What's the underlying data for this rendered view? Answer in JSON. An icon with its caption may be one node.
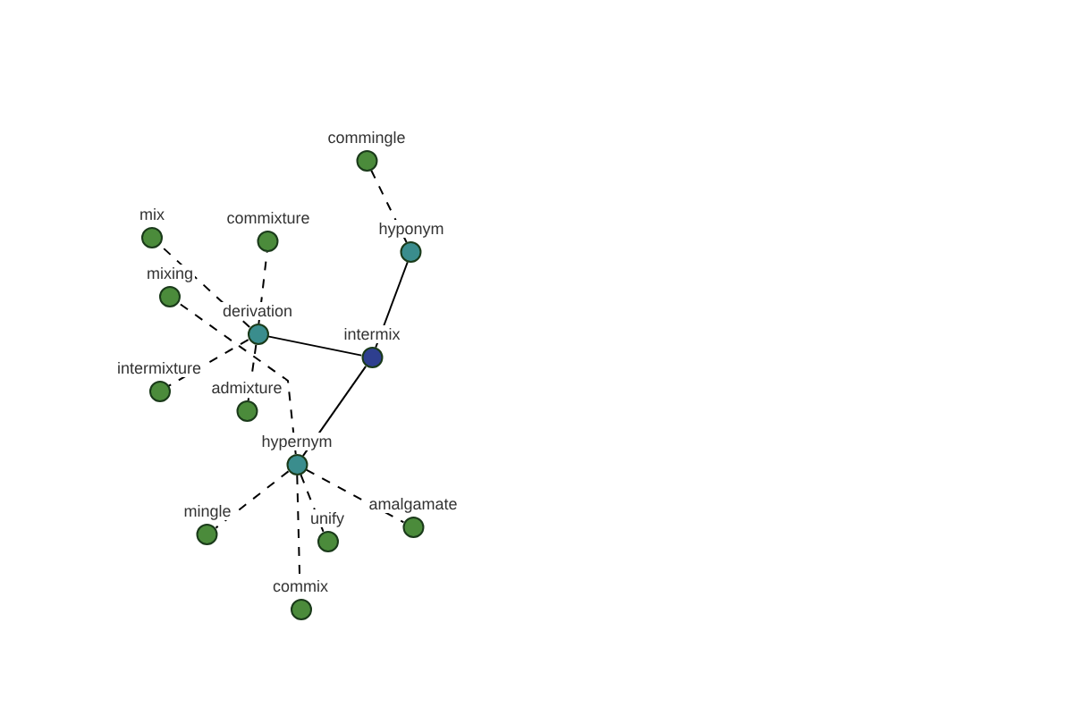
{
  "diagram": {
    "nodes": [
      {
        "text": [
          "commingle"
        ]
      },
      {
        "text": [
          "hyponym"
        ]
      },
      {
        "text": [
          "mix"
        ]
      },
      {
        "text": [
          "commixture"
        ]
      },
      {
        "text": [
          "mixing"
        ]
      },
      {
        "text": [
          "derivation"
        ]
      },
      {
        "text": [
          "intermix"
        ]
      },
      {
        "text": [
          "intermixture"
        ]
      },
      {
        "text": [
          "admixture"
        ]
      },
      {
        "text": [
          "hypernym"
        ]
      },
      {
        "text": [
          "mingle"
        ]
      },
      {
        "text": [
          "unify"
        ]
      },
      {
        "text": [
          "amalgamate"
        ]
      },
      {
        "text": [
          "commix"
        ]
      }
    ],
    "edges": [
      {
        "from": 6,
        "to": 1,
        "arrow": "none"
      },
      {
        "from": 6,
        "to": 5,
        "arrow": "none"
      },
      {
        "from": 6,
        "to": 9,
        "arrow": "none"
      },
      {
        "from": 1,
        "to": 0,
        "arrow": "none",
        "style": "dashed"
      },
      {
        "from": 5,
        "to": 3,
        "arrow": "none",
        "style": "dashed"
      },
      {
        "from": 5,
        "to": 2,
        "arrow": "none",
        "style": "dashed"
      },
      {
        "from": 5,
        "to": 7,
        "arrow": "none",
        "style": "dashed"
      },
      {
        "from": 5,
        "to": 8,
        "arrow": "none",
        "style": "dashed"
      },
      {
        "from": 9,
        "to": 4,
        "arrow": "none",
        "style": "dashed"
      },
      {
        "from": 9,
        "to": 10,
        "arrow": "none",
        "style": "dashed"
      },
      {
        "from": 9,
        "to": 11,
        "arrow": "none",
        "style": "dashed"
      },
      {
        "from": 9,
        "to": 12,
        "arrow": "none",
        "style": "dashed"
      },
      {
        "from": 9,
        "to": 13,
        "arrow": "none",
        "style": "dashed"
      }
    ]
  }
}
